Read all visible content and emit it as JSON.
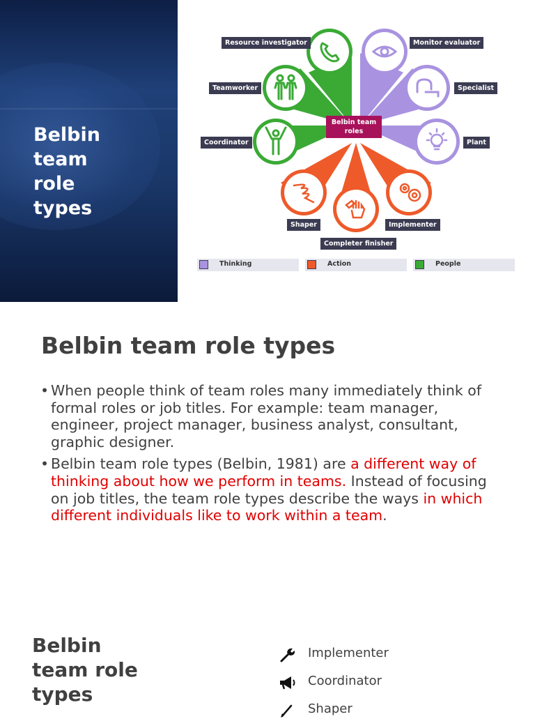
{
  "slide1": {
    "title": "Belbin\nteam\nrole\ntypes",
    "center_label": "Belbin team roles",
    "roles": {
      "resource_investigator": "Resource investigator",
      "monitor_evaluator": "Monitor evaluator",
      "teamworker": "Teamworker",
      "specialist": "Specialist",
      "coordinator": "Coordinator",
      "plant": "Plant",
      "shaper": "Shaper",
      "implementer": "Implementer",
      "completer_finisher": "Completer finisher"
    },
    "legend": [
      {
        "label": "Thinking",
        "color": "#a993e0"
      },
      {
        "label": "Action",
        "color": "#ee5a2a"
      },
      {
        "label": "People",
        "color": "#3aaa35"
      }
    ],
    "colors": {
      "thinking": "#a993e0",
      "action": "#ee5a2a",
      "people": "#3aaa35",
      "center": "#a8125a"
    }
  },
  "slide2": {
    "title": "Belbin team role types",
    "bullet1": "When people think of team roles many immediately think of formal roles or job titles. For example: team manager, engineer, project manager, business analyst, consultant, graphic designer.",
    "bullet2_a": "Belbin team role types (Belbin, 1981) are ",
    "bullet2_b": "a different way of thinking about how we perform in teams.",
    "bullet2_c": " Instead of focusing on job titles, the team role types describe the ways ",
    "bullet2_d": "in which different individuals like to work within a team",
    "bullet2_e": "."
  },
  "slide3": {
    "title": "Belbin\nteam role\ntypes",
    "roles": [
      {
        "label": "Implementer",
        "icon": "wrench-icon"
      },
      {
        "label": "Coordinator",
        "icon": "megaphone-icon"
      },
      {
        "label": "Shaper",
        "icon": "pen-icon"
      }
    ]
  }
}
